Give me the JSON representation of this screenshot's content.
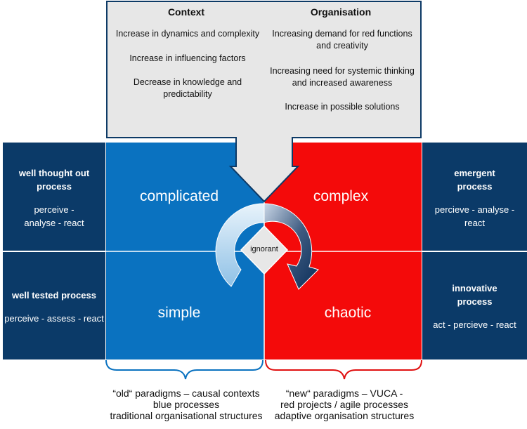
{
  "context": {
    "heading": "Context",
    "items": [
      "Increase in dynamics and complexity",
      "Increase in influencing factors",
      "Decrease in knowledge and predictability"
    ]
  },
  "organisation": {
    "heading": "Organisation",
    "items": [
      "Increasing demand for red functions and creativity",
      "Increasing need for systemic thinking and increased awareness",
      "Increase in possible solutions"
    ]
  },
  "quadrants": {
    "complicated": "complicated",
    "complex": "complex",
    "simple": "simple",
    "chaotic": "chaotic",
    "center": "ignorant"
  },
  "left_panels": [
    {
      "title": "well thought out process",
      "text": "perceive - analyse - react"
    },
    {
      "title": "well tested process",
      "text": "perceive - assess - react"
    }
  ],
  "right_panels": [
    {
      "title": "emergent process",
      "text": "percieve - analyse - react"
    },
    {
      "title": "innovative process",
      "text": "act - percieve - react"
    }
  ],
  "bottom_left": [
    "“old“ paradigms – causal contexts",
    "blue processes",
    "traditional organisational structures"
  ],
  "bottom_right": [
    "“new“ paradigms – VUCA -",
    "red projects / agile processes",
    "adaptive organisation structures"
  ],
  "colors": {
    "blue": "#0a72c0",
    "red": "#f40a0a",
    "navy": "#0b3a68",
    "gray": "#e7e7e7"
  }
}
